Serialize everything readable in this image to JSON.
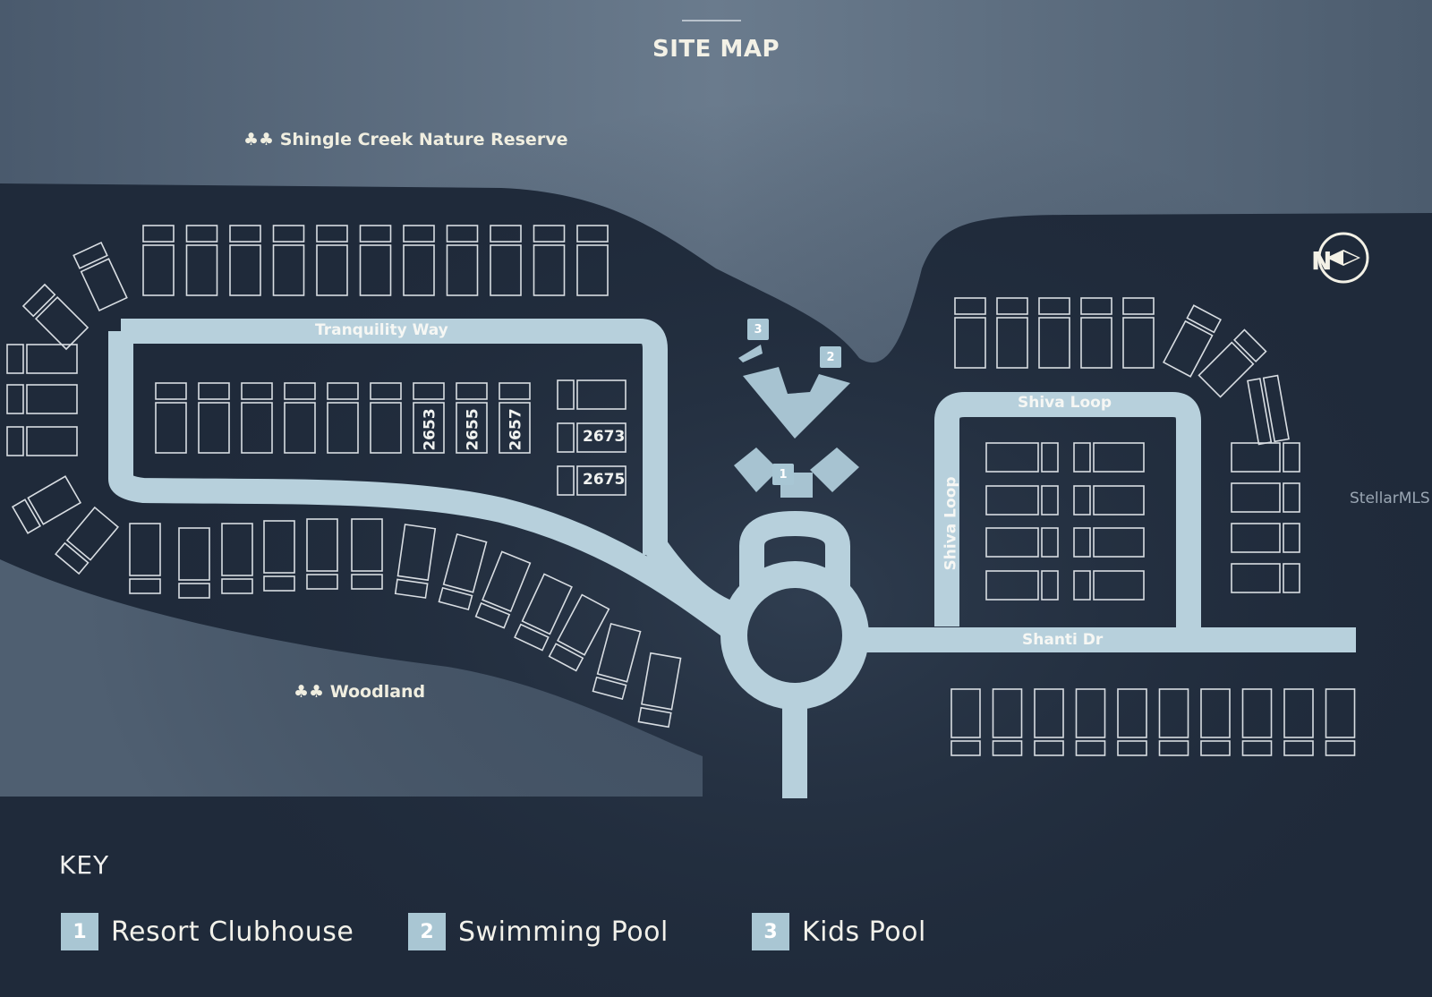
{
  "title": "SITE MAP",
  "places": {
    "reserve": "Shingle Creek Nature Reserve",
    "woodland": "Woodland"
  },
  "streets": {
    "tranquility": "Tranquility Way",
    "shiva_top": "Shiva Loop",
    "shiva_side": "Shiva Loop",
    "shanti": "Shanti Dr"
  },
  "lots": [
    "2653",
    "2655",
    "2657",
    "2673",
    "2675"
  ],
  "compass": {
    "label": "N",
    "icon": "compass-arrow-icon"
  },
  "watermark": "StellarMLS",
  "key": {
    "title": "KEY",
    "items": [
      {
        "number": "1",
        "label": "Resort Clubhouse"
      },
      {
        "number": "2",
        "label": "Swimming Pool"
      },
      {
        "number": "3",
        "label": "Kids Pool"
      }
    ]
  },
  "colors": {
    "upper_land": "#56677a",
    "dark_land": "#1f2a3a",
    "woodland": "#4e5e70",
    "road": "#b7d0dc",
    "lot_outline": "#d8dde2"
  }
}
